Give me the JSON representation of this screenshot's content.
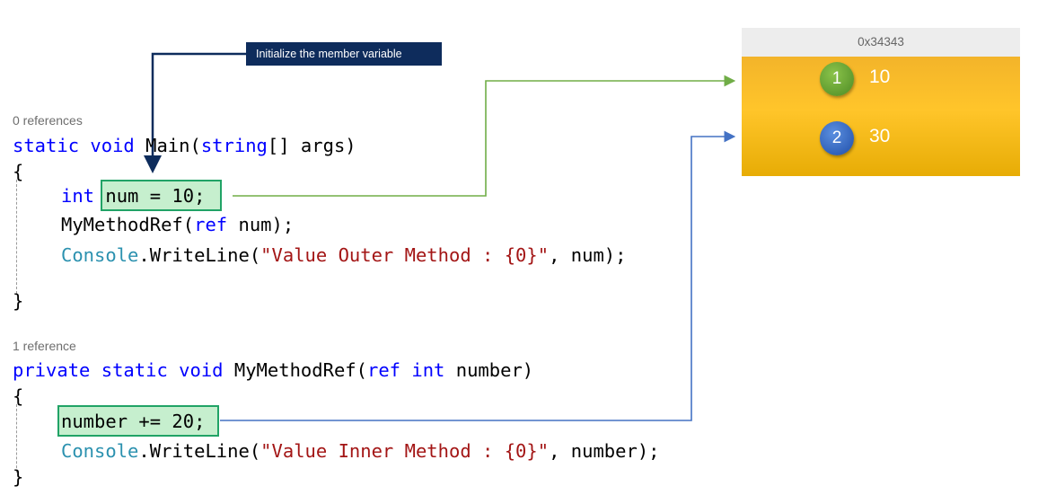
{
  "callout": {
    "text": "Initialize the member variable"
  },
  "main_method": {
    "references": "0 references",
    "signature": {
      "kw1": "static",
      "kw2": "void",
      "name": " Main(",
      "type": "string",
      "rest": "[] args)"
    },
    "open_brace": "{",
    "line1": {
      "type": "int",
      "statement": "num = 10;"
    },
    "line2": {
      "name": "MyMethodRef(",
      "kw": "ref",
      "rest": " num);"
    },
    "line3": {
      "type": "Console",
      "name": ".WriteLine(",
      "string": "\"Value Outer Method : {0}\"",
      "rest": ", num);"
    },
    "close_brace": "}"
  },
  "ref_method": {
    "references": "1 reference",
    "signature": {
      "kw1": "private",
      "kw2": "static",
      "kw3": "void",
      "name": " MyMethodRef(",
      "kw4": "ref",
      "kw5": "int",
      "rest": " number)"
    },
    "open_brace": "{",
    "line1": {
      "statement": "number += 20;"
    },
    "line2": {
      "type": "Console",
      "name": ".WriteLine(",
      "string": "\"Value Inner Method : {0}\"",
      "rest": ", number);"
    },
    "close_brace": "}"
  },
  "memory": {
    "address": "0x34343",
    "entries": [
      {
        "step": "1",
        "value": "10"
      },
      {
        "step": "2",
        "value": "30"
      }
    ]
  },
  "colors": {
    "callout_bg": "#0e2c5c",
    "highlight_fill": "#c6efce",
    "highlight_border": "#21a366",
    "arrow_green": "#70ad47",
    "arrow_blue": "#4472c4",
    "arrow_navy": "#0e2c5c",
    "memory_cell": "#ffc52a"
  }
}
